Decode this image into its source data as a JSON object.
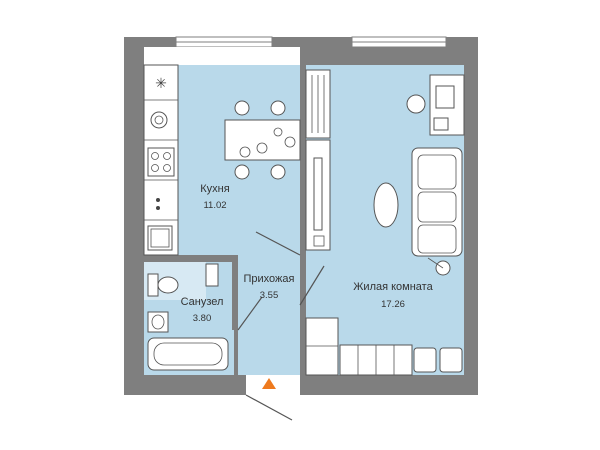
{
  "colors": {
    "wall": "#7f7f7f",
    "floor": "#b9d9ea",
    "background": "#ffffff",
    "entrance_marker": "#ee7a1e",
    "furniture_stroke": "#555555"
  },
  "rooms": [
    {
      "key": "kitchen",
      "name": "Кухня",
      "area": "11.02"
    },
    {
      "key": "hall",
      "name": "Прихожая",
      "area": "3.55"
    },
    {
      "key": "bathroom",
      "name": "Санузел",
      "area": "3.80"
    },
    {
      "key": "living",
      "name": "Жилая комната",
      "area": "17.26"
    }
  ],
  "icons": [
    "snowflake-icon",
    "entrance-arrow-icon"
  ]
}
